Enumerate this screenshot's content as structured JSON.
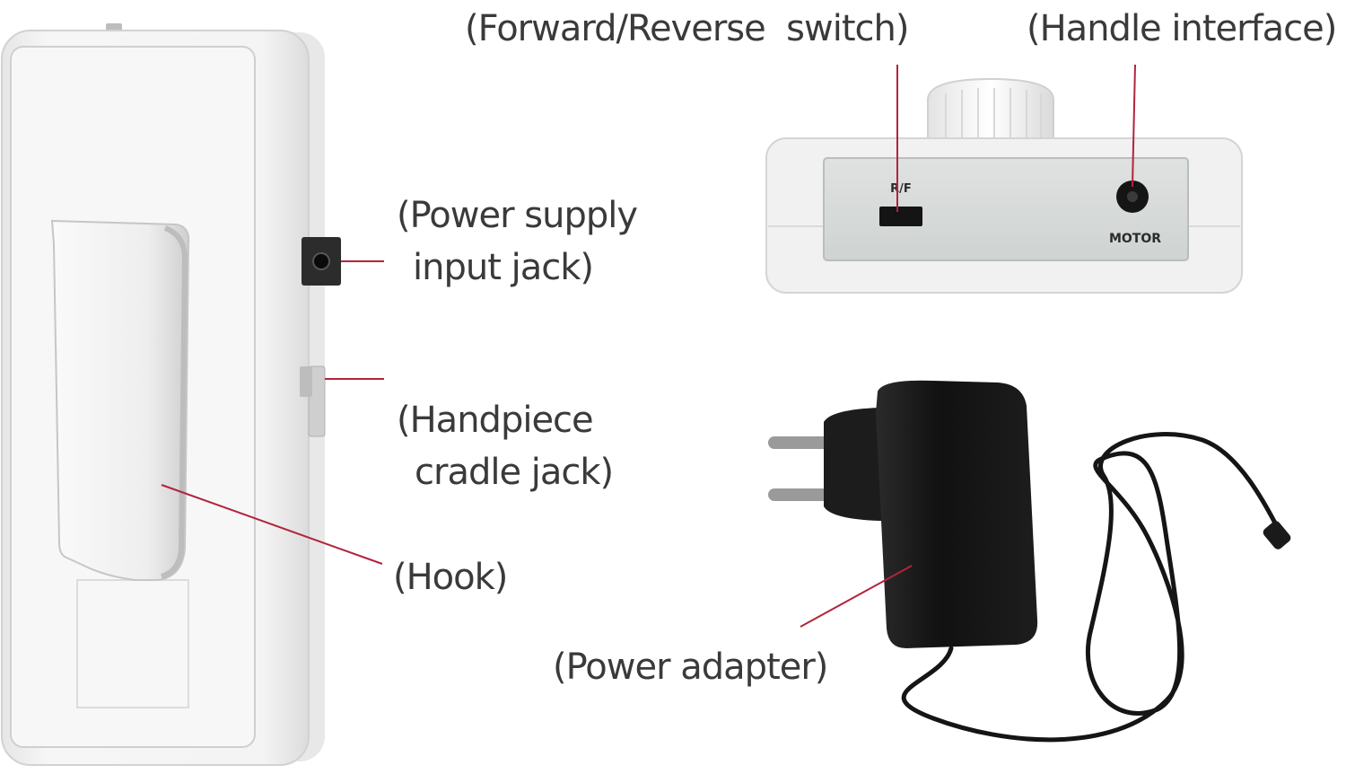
{
  "labels": {
    "forward_reverse_switch": "(Forward/Reverse  switch)",
    "handle_interface": "(Handle interface)",
    "power_supply_line1": "(Power supply",
    "power_supply_line2": "input jack)",
    "handpiece_line1": "(Handpiece",
    "handpiece_line2": "cradle jack)",
    "hook": "(Hook)",
    "power_adapter": "(Power adapter)"
  },
  "panel_print": {
    "switch_mark": "R/F",
    "motor_mark": "MOTOR"
  },
  "colors": {
    "leader_line": "#b2243c",
    "label_text": "#3a3a3a",
    "device_body": "#f3f3f3",
    "control_panel": "#d6dad8",
    "adapter": "#151515"
  }
}
